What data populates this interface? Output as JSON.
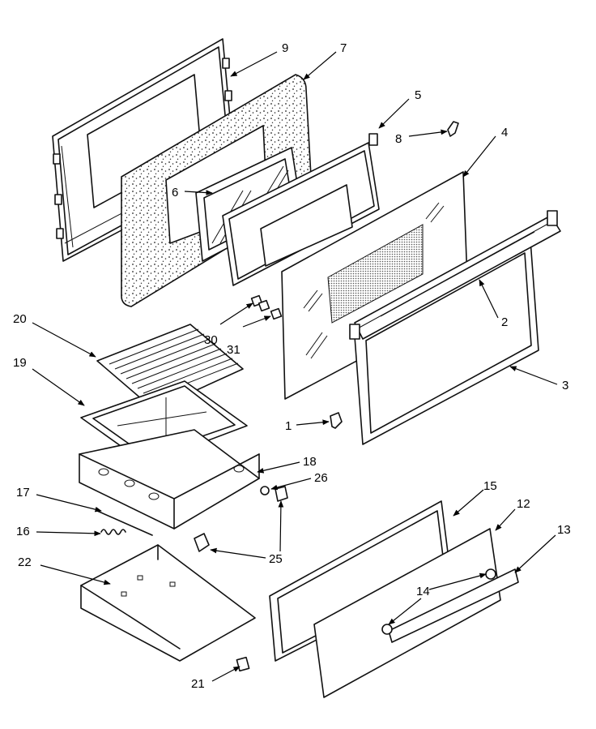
{
  "header": {
    "text": ""
  },
  "callouts": [
    {
      "id": "c9",
      "label": "9"
    },
    {
      "id": "c7",
      "label": "7"
    },
    {
      "id": "c5",
      "label": "5"
    },
    {
      "id": "c8",
      "label": "8"
    },
    {
      "id": "c4",
      "label": "4"
    },
    {
      "id": "c6",
      "label": "6"
    },
    {
      "id": "c2",
      "label": "2"
    },
    {
      "id": "c3",
      "label": "3"
    },
    {
      "id": "c20",
      "label": "20"
    },
    {
      "id": "c19",
      "label": "19"
    },
    {
      "id": "c30",
      "label": "30"
    },
    {
      "id": "c31",
      "label": "31"
    },
    {
      "id": "c1",
      "label": "1"
    },
    {
      "id": "c18",
      "label": "18"
    },
    {
      "id": "c26",
      "label": "26"
    },
    {
      "id": "c17",
      "label": "17"
    },
    {
      "id": "c16",
      "label": "16"
    },
    {
      "id": "c25",
      "label": "25"
    },
    {
      "id": "c22",
      "label": "22"
    },
    {
      "id": "c15",
      "label": "15"
    },
    {
      "id": "c12",
      "label": "12"
    },
    {
      "id": "c13",
      "label": "13"
    },
    {
      "id": "c14",
      "label": "14"
    },
    {
      "id": "c21",
      "label": "21"
    }
  ],
  "colors": {
    "line": "#111111",
    "background": "#ffffff",
    "mesh": "#555555"
  }
}
